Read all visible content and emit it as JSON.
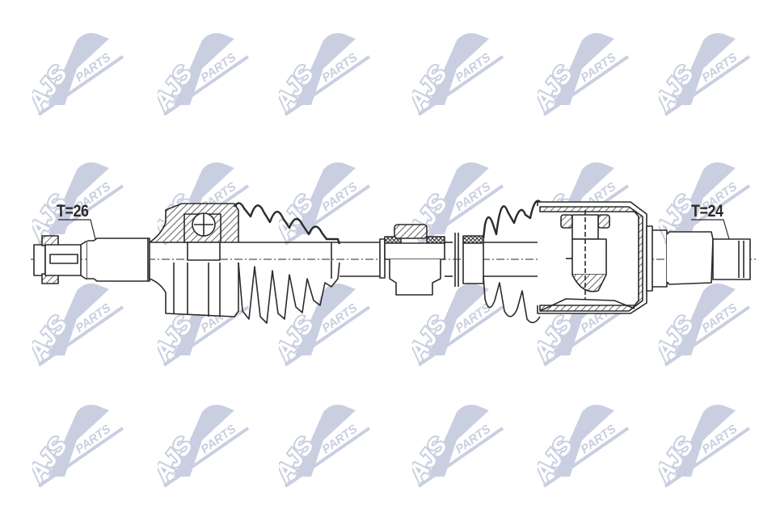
{
  "diagram": {
    "title": "Drive shaft technical drawing",
    "subject": "CV axle / drive shaft assembly",
    "labels": {
      "left_spline": "T=26",
      "right_spline": "T=24"
    },
    "watermark": {
      "brand_main": "AJS",
      "brand_sub": "PARTS",
      "color": "#c9cfe0",
      "columns_x": [
        40,
        195,
        345,
        510,
        665,
        815
      ],
      "rows_y": [
        30,
        190,
        340,
        490
      ]
    },
    "line_color": "#2a2a2a"
  }
}
